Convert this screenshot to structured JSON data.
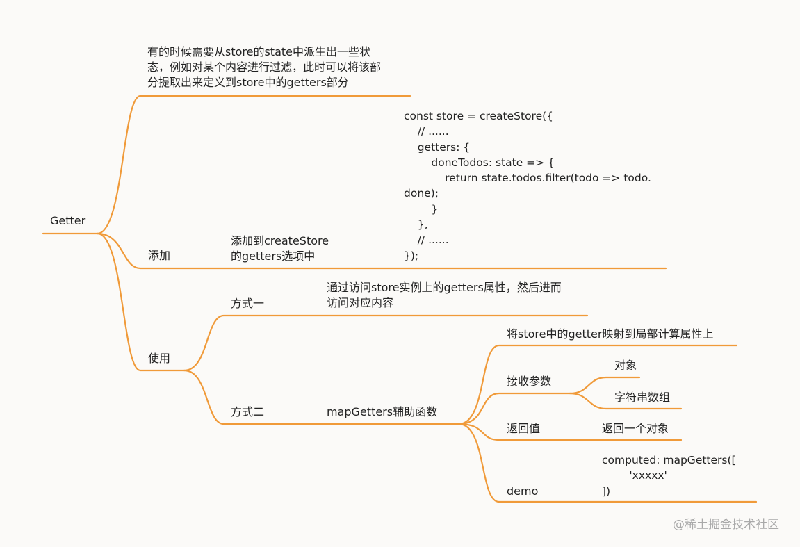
{
  "root": {
    "label": "Getter"
  },
  "intro": {
    "lines": [
      "有的时候需要从store的state中派生出一些状",
      "态，例如对某个内容进行过滤，此时可以将该部",
      "分提取出来定义到store中的getters部分"
    ]
  },
  "add": {
    "label": "添加",
    "desc_lines": [
      "添加到createStore",
      "的getters选项中"
    ],
    "code_lines": [
      "const store = createStore({",
      "    // ......",
      "    getters: {",
      "        doneTodos: state => {",
      "            return state.todos.filter(todo => todo.",
      "done);",
      "        }",
      "    },",
      "    // ......",
      "});"
    ]
  },
  "use": {
    "label": "使用",
    "way1": {
      "label": "方式一",
      "desc_lines": [
        "通过访问store实例上的getters属性，然后进而",
        "访问对应内容"
      ]
    },
    "way2": {
      "label": "方式二",
      "helper": "mapGetters辅助函数",
      "map_desc": "将store中的getter映射到局部计算属性上",
      "params": {
        "label": "接收参数",
        "items": [
          "对象",
          "字符串数组"
        ]
      },
      "returns": {
        "label": "返回值",
        "value": "返回一个对象"
      },
      "demo": {
        "label": "demo",
        "code_lines": [
          "computed: mapGetters([",
          "        'xxxxx'",
          "])"
        ]
      }
    }
  },
  "watermark": "@稀土掘金技术社区",
  "colors": {
    "branch": "#f09a39",
    "text": "#222222",
    "background": "#fbfaf8",
    "watermark": "#a9a9a9"
  }
}
